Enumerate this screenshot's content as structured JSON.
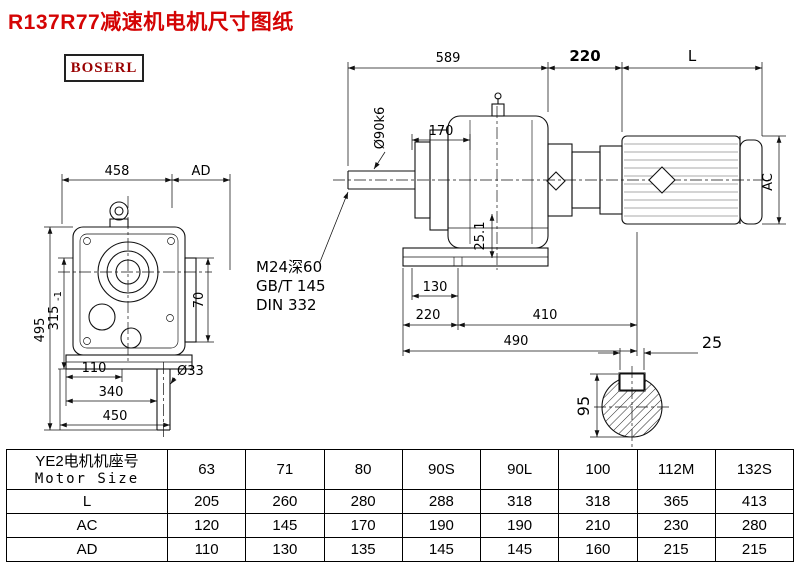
{
  "page": {
    "title": "R137R77减速机电机尺寸图纸",
    "logo": "BOSERL"
  },
  "dims": {
    "front": {
      "w458": "458",
      "ad": "AD",
      "h495": "495",
      "h315": "315",
      "h315_tol": "-1",
      "d110": "110",
      "d340": "340",
      "d450": "450",
      "d70": "70",
      "shaft_dia": "Ø33"
    },
    "side": {
      "d589": "589",
      "d220_top": "220",
      "motor_len": "L",
      "shaft": "Ø90k6",
      "d170": "170",
      "d25_1": "25.1",
      "d130": "130",
      "d220_bot": "220",
      "d410": "410",
      "d490": "490",
      "ac": "AC"
    },
    "section": {
      "d25": "25",
      "d95": "95"
    }
  },
  "notes": {
    "line1": "M24深60",
    "line2": "GB/T 145",
    "line3": "DIN 332"
  },
  "table": {
    "header_cn": "YE2电机机座号",
    "header_en": "Motor Size",
    "columns": [
      "63",
      "71",
      "80",
      "90S",
      "90L",
      "100",
      "112M",
      "132S"
    ],
    "rows": [
      {
        "label": "L",
        "values": [
          "205",
          "260",
          "280",
          "288",
          "318",
          "318",
          "365",
          "413"
        ]
      },
      {
        "label": "AC",
        "values": [
          "120",
          "145",
          "170",
          "190",
          "190",
          "210",
          "230",
          "280"
        ]
      },
      {
        "label": "AD",
        "values": [
          "110",
          "130",
          "135",
          "145",
          "145",
          "160",
          "215",
          "215"
        ]
      }
    ]
  }
}
